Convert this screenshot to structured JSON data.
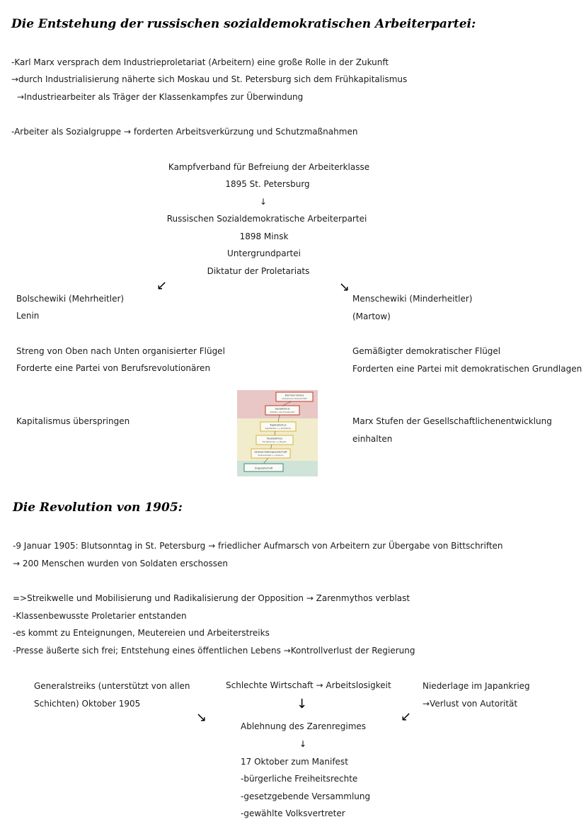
{
  "section1": {
    "heading": "Die Entstehung der russischen sozialdemokratischen Arbeiterpartei:",
    "lines": [
      "-Karl Marx versprach dem Industrieproletariat (Arbeitern) eine große Rolle in der Zukunft",
      "→durch Industrialisierung näherte sich Moskau und St. Petersburg sich dem Frühkapitalismus",
      "→Industriearbeiter als Träger der Klassenkampfes zur Überwindung",
      "-Arbeiter als Sozialgruppe → forderten Arbeitsverkürzung und Schutzmaßnahmen"
    ],
    "center": [
      "Kampfverband für Befreiung der Arbeiterklasse",
      "1895 St. Petersburg",
      "↓",
      "Russischen Sozialdemokratische Arbeiterpartei",
      "1898 Minsk",
      "Untergrundpartei",
      "Diktatur der Proletariats"
    ],
    "arrow_left": "↙",
    "arrow_right": "↘",
    "left": [
      "Bolschewiki (Mehrheitler)",
      "Lenin",
      "Streng von Oben nach Unten organisierter Flügel",
      "Forderte eine Partei von Berufsrevolutionären",
      "Kapitalismus überspringen"
    ],
    "right": [
      "Menschewiki (Minderheitler)",
      "(Martow)",
      "Gemäßigter demokratischer Flügel",
      "Forderten eine Partei mit demokratischen Grundlagen",
      "Marx Stufen der Gesellschaftlichenentwicklung",
      "einhalten"
    ],
    "pyramid": {
      "stages": [
        {
          "title": "Kommunismus",
          "sub": "„klassenlose Gesellschaft“"
        },
        {
          "title": "Sozialismus",
          "sub": "„Diktatur des Proletariats“"
        },
        {
          "title": "Kapitalismus",
          "sub": "Kapitalisten ⟷ Proletarier"
        },
        {
          "title": "Feudalismus",
          "sub": "Feudalherren ⟷ Bauern"
        },
        {
          "title": "Sklavenhaltergesellschaft",
          "sub": "Sklavenhalter ⟷ Sklaven"
        },
        {
          "title": "Urgesellschaft",
          "sub": ""
        }
      ],
      "colors": {
        "top": "#e8c7c6",
        "middle": "#f1eccb",
        "bottom": "#cfe3d8",
        "box_red": "#c0392b",
        "box_gold": "#d9b13b",
        "box_teal": "#3a8a84"
      }
    }
  },
  "section2": {
    "heading": "Die Revolution von 1905:",
    "lines": [
      "-9 Januar 1905: Blutsonntag in St. Petersburg → friedlicher Aufmarsch von Arbeitern zur Übergabe von Bittschriften",
      "→ 200 Menschen wurden von Soldaten erschossen",
      "=>Streikwelle und Mobilisierung und Radikalisierung der Opposition → Zarenmythos verblast",
      "-Klassenbewusste Proletarier entstanden",
      "-es kommt zu Enteignungen, Meutereien und Arbeiterstreiks",
      "-Presse äußerte sich frei; Entstehung eines öffentlichen Lebens →Kontrollverlust der Regierung"
    ],
    "col_left": [
      "Generalstreiks (unterstützt von allen",
      "Schichten) Oktober 1905"
    ],
    "col_mid": "Schlechte Wirtschaft → Arbeitslosigkeit",
    "col_right": [
      "Niederlage im Japankrieg",
      "→Verlust von Autorität"
    ],
    "arrow_down": "↓",
    "arrow_right_down": "↘",
    "arrow_left_down": "↙",
    "result": [
      "Ablehnung des Zarenregimes",
      "↓",
      "17 Oktober zum Manifest",
      "-bürgerliche Freiheitsrechte",
      "-gesetzgebende Versammlung",
      "-gewählte Volksvertreter"
    ]
  }
}
